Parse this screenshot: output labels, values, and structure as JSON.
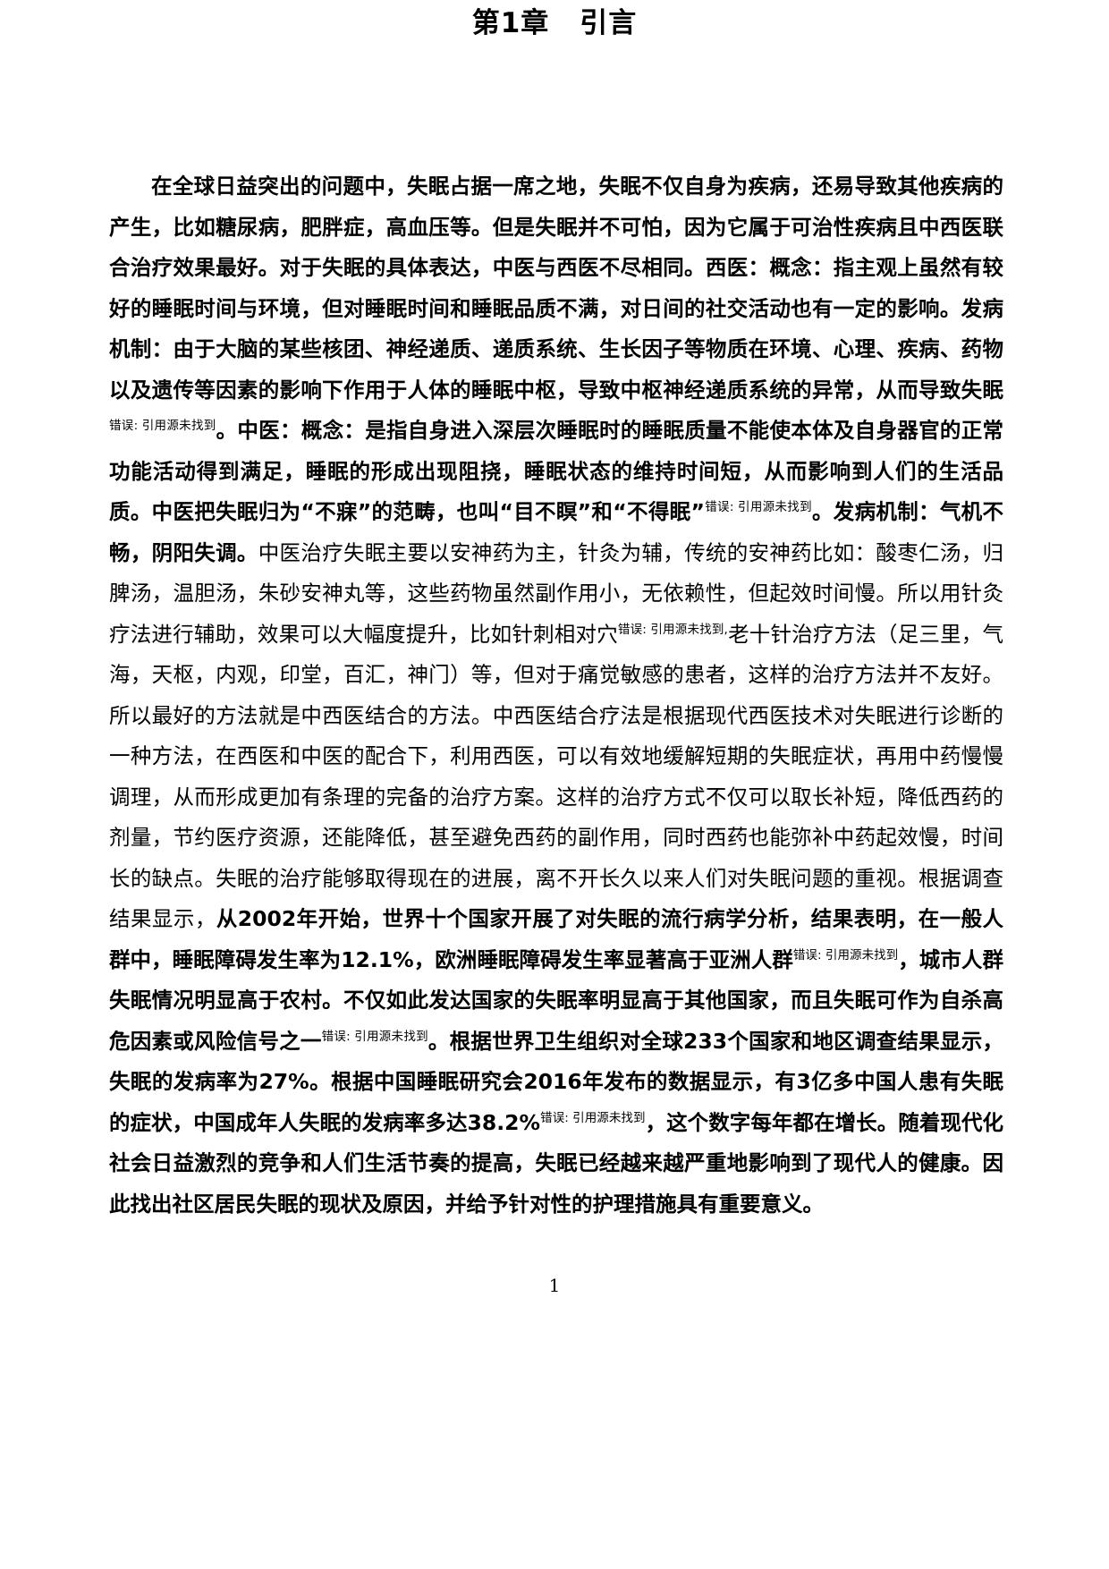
{
  "document": {
    "chapter_title_prefix": "第1章",
    "chapter_title_name": "引言",
    "page_number": "1",
    "error_reference": "错误: 引用源未找到"
  },
  "paragraph": {
    "seg01_bold": "在全球日益突出的问题中，失眠占据一席之地，失眠不仅自身为疾病，还易导致其他疾病的产生，比如糖尿病，肥胖症，高血压等。但是失眠并不可怕，因为它属于可治性疾病且中西医联合治疗效果最好。对于失眠的具体表达，中医与西医不尽相同。西医：概念：指主观上虽然有较好的睡眠时间与环境，但对睡眠时间和睡眠品质不满，对日间的社交活动也有一定的影响。发病机制：由于大脑的某些核团、神经递质、递质系统、生长因子等物质在环境、心理、疾病、药物以及遗传等因素的影响下作用于人体的睡眠中枢，导致中枢神经递质系统的异常，从而导致失眠",
    "ref01": "错误: 引用源未找到",
    "seg02_bold": "。中医：概念：是指自身进入深层次睡眠时的睡眠质量不能使本体及自身器官的正常功能活动得到满足，睡眠的形成出现阻挠，睡眠状态的维持时间短，从而影响到人们的生活品质。中医把失眠归为“不寐”的范畴，也叫“目不瞑”和“不得眠”",
    "ref02": "错误: 引用源未找到",
    "seg03_bold": "。发病机制：气机不畅，阴阳失调。",
    "seg04_normal": "中医治疗失眠主要以安神药为主，针灸为辅，传统的安神药比如：酸枣仁汤，归脾汤，温胆汤，朱砂安神丸等，这些药物虽然副作用小，无依赖性，但起效时间慢。所以用针灸疗法进行辅助，效果可以大幅度提升，比如针刺相对穴",
    "ref03": "错误: 引用源未找到,",
    "seg05_normal": "老十针治疗方法（足三里，气海，天枢，内观，印堂，百汇，神门）等，但对于痛觉敏感的患者，这样的治疗方法并不友好。所以最好的方法就是中西医结合的方法。中西医结合疗法是根据现代西医技术对失眠进行诊断的一种方法，在西医和中医的配合下，利用西医，可以有效地缓解短期的失眠症状，再用中药慢慢调理，从而形成更加有条理的完备的治疗方案。这样的治疗方式不仅可以取长补短，降低西药的剂量，节约医疗资源，还能降低，甚至避免西药的副作用，同时西药也能弥补中药起效慢，时间长的缺点。失眠的治疗能够取得现在的进展，离不开长久以来人们对失眠问题的重视。根据调查结果显示，",
    "seg06_bold": "从2002年开始，世界十个国家开展了对失眠的流行病学分析，结果表明，在一般人群中，睡眠障碍发生率为12.1%，欧洲睡眠障碍发生率显著高于亚洲人群",
    "ref04": "错误: 引用源未找到",
    "seg07_bold": "，城市人群失眠情况明显高于农村。不仅如此发达国家的失眠率明显高于其他国家，而且失眠可作为自杀高危因素或风险信号之一",
    "ref05": "错误: 引用源未找到",
    "seg08_bold": "。根据世界卫生组织对全球233个国家和地区调查结果显示，失眠的发病率为27%。根据中国睡眠研究会2016年发布的数据显示，有3亿多中国人患有失眠的症状，中国成年人失眠的发病率多达38.2%",
    "ref06": "错误: 引用源未找到",
    "seg09_bold": "，这个数字每年都在增长。随着现代化社会日益激烈的竞争和人们生活节奏的提高，失眠已经越来越严重地影响到了现代人的健康。因此找出社区居民失眠的现状及原因，并给予针对性的护理措施具有重要意义。"
  }
}
